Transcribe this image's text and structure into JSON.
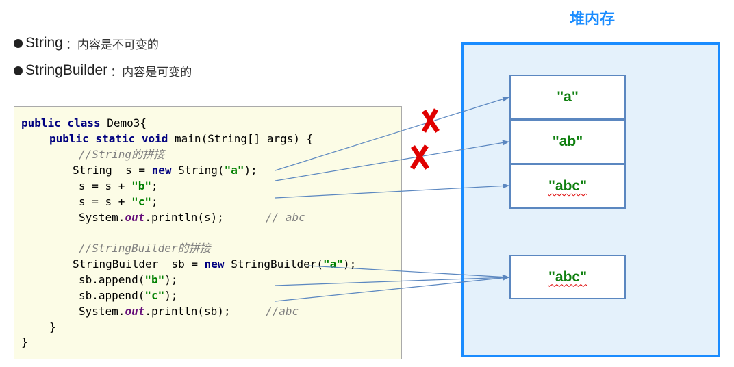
{
  "bullets": [
    {
      "term": "String",
      "desc": "：内容是不可变的"
    },
    {
      "term": "StringBuilder",
      "desc": "：内容是可变的"
    }
  ],
  "heap": {
    "title": "堆内存",
    "cells": [
      "\"a\"",
      "\"ab\"",
      "\"abc\"",
      "\"abc\""
    ]
  },
  "code": {
    "l1_a": "public class ",
    "l1_b": "Demo3{",
    "l2_a": "public static void ",
    "l2_b": "main(String[] args) {",
    "l3": "//String的拼接",
    "l4_a": "String  s = ",
    "l4_kw": "new ",
    "l4_b": "String(",
    "l4_s": "\"a\"",
    "l4_c": ");",
    "l5_a": "s = s + ",
    "l5_s": "\"b\"",
    "l5_c": ";",
    "l6_a": "s = s + ",
    "l6_s": "\"c\"",
    "l6_c": ";",
    "l7_a": "System.",
    "l7_f": "out",
    "l7_b": ".println(s);",
    "l7_cm": "// abc",
    "l9": "//StringBuilder的拼接",
    "l10_a": "StringBuilder  sb = ",
    "l10_kw": "new ",
    "l10_b": "StringBuilder(",
    "l10_s": "\"a\"",
    "l10_c": ");",
    "l11_a": "sb.append(",
    "l11_s": "\"b\"",
    "l11_c": ");",
    "l12_a": "sb.append(",
    "l12_s": "\"c\"",
    "l12_c": ");",
    "l13_a": "System.",
    "l13_f": "out",
    "l13_b": ".println(sb);",
    "l13_cm": "//abc",
    "l14": "}",
    "l15": "}"
  },
  "colors": {
    "heap_border": "#1a8cff",
    "heap_fill": "#e4f1fb",
    "arrow": "#5b87c0",
    "string_literal": "#108010",
    "discard_mark": "#e00000"
  },
  "icons": [
    "red-cross-icon",
    "red-cross-icon"
  ]
}
